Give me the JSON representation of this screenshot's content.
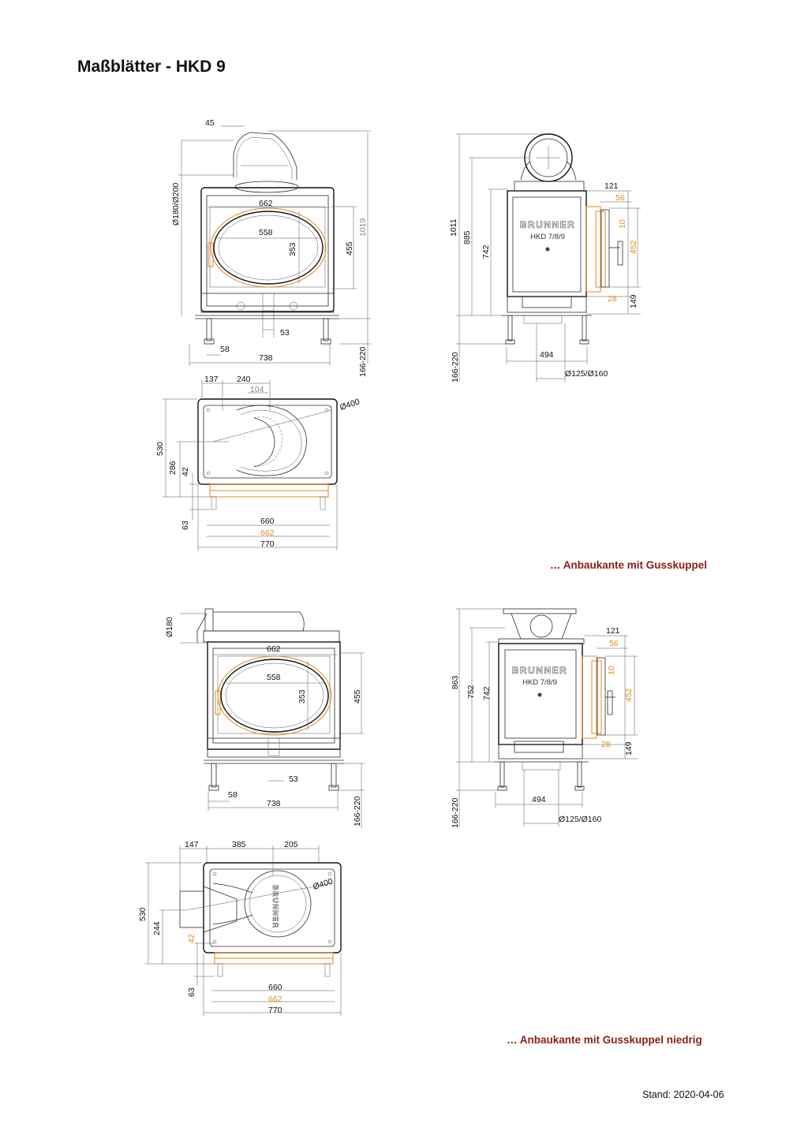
{
  "page": {
    "title": "Maßblätter - HKD 9",
    "caption_1": "… Anbaukante mit Gusskuppel",
    "caption_2": "… Anbaukante mit Gusskuppel niedrig",
    "stand": "Stand: 2020-04-06"
  },
  "colors": {
    "dimension": "#222222",
    "accent_orange": "#e08a1e",
    "caption_red": "#8c1d18"
  },
  "panel_1_front": {
    "dim_45": "45",
    "dim_diam_flue": "Ø180/Ø200",
    "dim_662": "662",
    "dim_558": "558",
    "dim_353": "353",
    "dim_455": "455",
    "dim_1019": "1019",
    "dim_53": "53",
    "dim_58": "58",
    "dim_738": "738",
    "dim_feet": "166-220"
  },
  "panel_1_side": {
    "dim_121": "121",
    "dim_56": "56",
    "dim_10": "10",
    "dim_452": "452",
    "dim_28": "28",
    "dim_149": "149",
    "dim_1011": "1011",
    "dim_885": "885",
    "dim_742": "742",
    "dim_494": "494",
    "dim_air": "Ø125/Ø160",
    "dim_feet": "166-220",
    "logo": "BRUNNER",
    "model": "HKD 7/8/9"
  },
  "panel_1_top": {
    "dim_137": "137",
    "dim_240": "240",
    "dim_104": "104",
    "dim_400": "Ø400",
    "dim_530": "530",
    "dim_286": "286",
    "dim_42": "42",
    "dim_63": "63",
    "dim_660": "660",
    "dim_662": "662",
    "dim_770": "770"
  },
  "panel_2_front": {
    "dim_diam_flue": "Ø180",
    "dim_662": "662",
    "dim_558": "558",
    "dim_353": "353",
    "dim_455": "455",
    "dim_53": "53",
    "dim_58": "58",
    "dim_738": "738",
    "dim_feet": "166-220"
  },
  "panel_2_side": {
    "dim_121": "121",
    "dim_56": "56",
    "dim_10": "10",
    "dim_452": "452",
    "dim_28": "28",
    "dim_149": "149",
    "dim_863": "863",
    "dim_752": "752",
    "dim_742": "742",
    "dim_494": "494",
    "dim_air": "Ø125/Ø160",
    "dim_feet": "166-220",
    "logo": "BRUNNER",
    "model": "HKD 7/8/9"
  },
  "panel_2_top": {
    "dim_147": "147",
    "dim_385": "385",
    "dim_205": "205",
    "dim_400": "Ø400",
    "dim_530": "530",
    "dim_244": "244",
    "dim_42": "42",
    "dim_63": "63",
    "dim_660": "660",
    "dim_662": "662",
    "dim_770": "770",
    "logo": "BRUNNER"
  }
}
